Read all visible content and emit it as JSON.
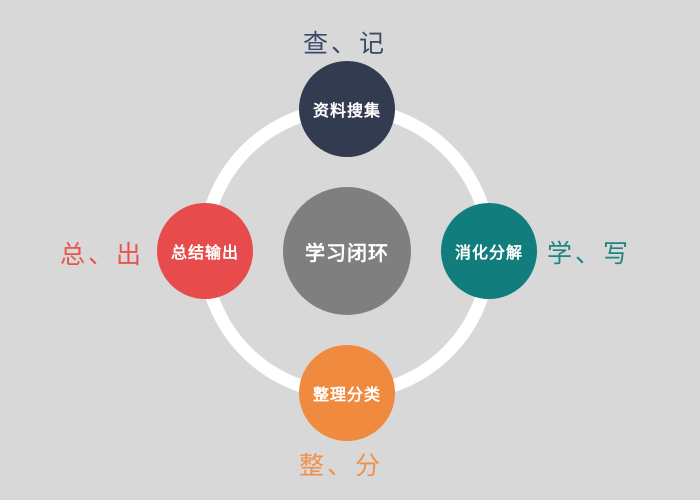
{
  "diagram": {
    "title": "学习闭环",
    "background_color": "#d8d8d8",
    "ring_color": "#ffffff",
    "center_node": {
      "label": "学习闭环",
      "color": "#7f7f7f",
      "text_color": "#ffffff"
    },
    "nodes": [
      {
        "position": "top",
        "label": "资料搜集",
        "color": "#333b50",
        "text_color": "#ffffff",
        "annotation": "查、记",
        "annotation_color": "#3b4a69"
      },
      {
        "position": "right",
        "label": "消化分解",
        "color": "#117e7d",
        "text_color": "#ffffff",
        "annotation": "学、写",
        "annotation_color": "#1d8583"
      },
      {
        "position": "bottom",
        "label": "整理分类",
        "color": "#f08a3e",
        "text_color": "#ffffff",
        "annotation": "整、分",
        "annotation_color": "#f0914b"
      },
      {
        "position": "left",
        "label": "总结输出",
        "color": "#e84b4b",
        "text_color": "#ffffff",
        "annotation": "总、出",
        "annotation_color": "#e9554e"
      }
    ]
  }
}
